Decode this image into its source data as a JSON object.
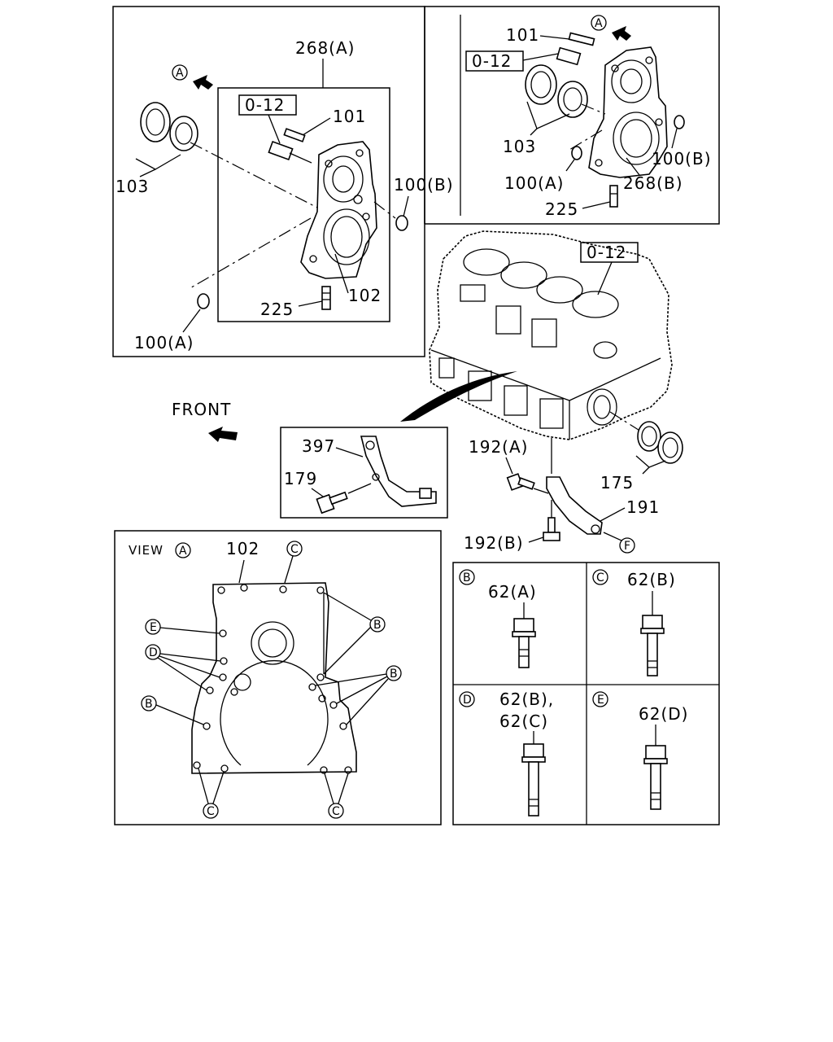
{
  "labels": {
    "p268a": "268(A)",
    "p268b": "268(B)",
    "p101": "101",
    "p103": "103",
    "p102": "102",
    "p100a": "100(A)",
    "p100b": "100(B)",
    "p225": "225",
    "p012": "0-12",
    "p397": "397",
    "p179": "179",
    "p192a": "192(A)",
    "p192b": "192(B)",
    "p191": "191",
    "p175": "175",
    "p62a": "62(A)",
    "p62b": "62(B)",
    "p62bc1": "62(B),",
    "p62bc2": "62(C)",
    "p62d": "62(D)",
    "front": "FRONT",
    "view": "VIEW"
  },
  "callouts": {
    "A": "A",
    "B": "B",
    "C": "C",
    "D": "D",
    "E": "E",
    "F": "F"
  },
  "icons": [
    "arrow-icon",
    "front-arrow-icon"
  ]
}
